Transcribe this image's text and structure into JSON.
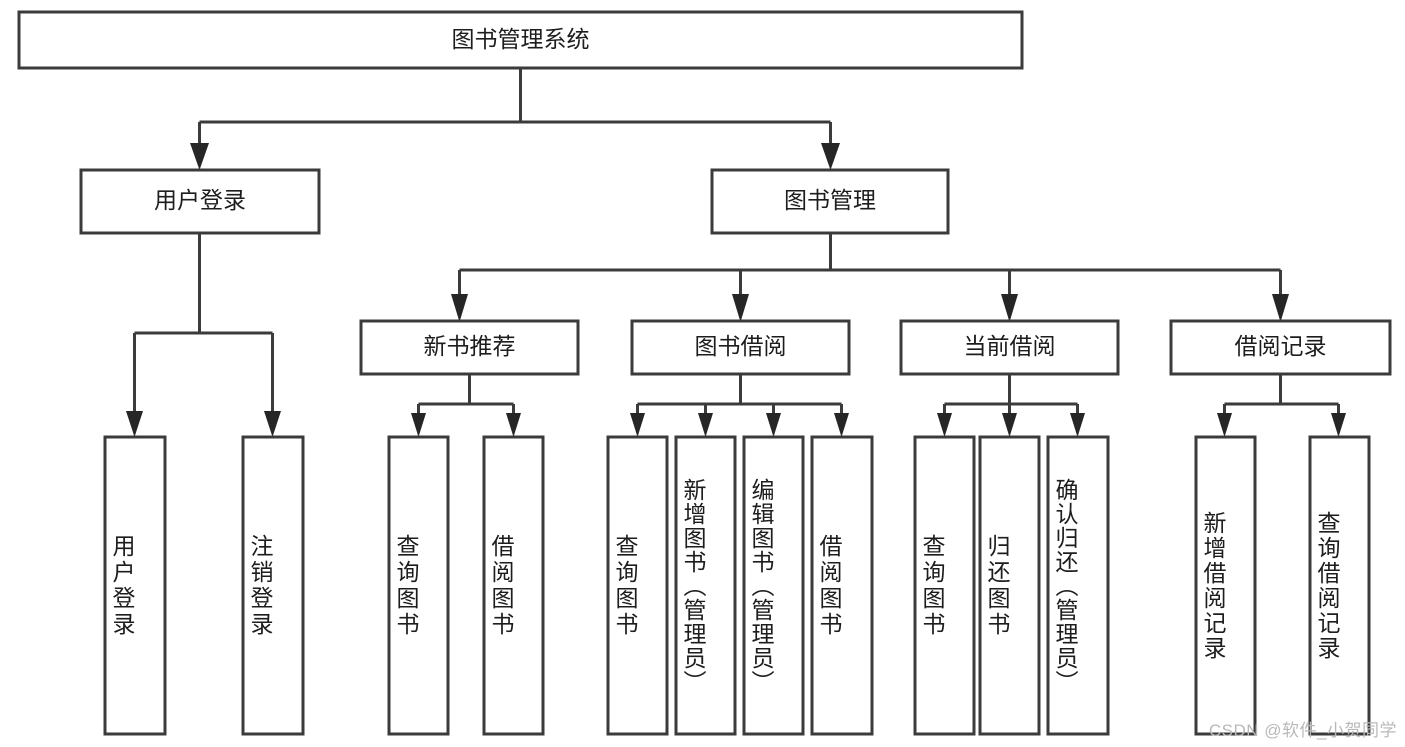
{
  "diagram": {
    "type": "hierarchy-tree",
    "title": "图书管理系统",
    "watermark": "CSDN @软件_小贺同学",
    "colors": {
      "box_stroke": "#3b3b3b",
      "box_fill": "#ffffff",
      "text": "#1d1d1d",
      "background": "#ffffff",
      "watermark": "#b9b9b9"
    },
    "root": {
      "label": "图书管理系统"
    },
    "level1": [
      {
        "label": "用户登录"
      },
      {
        "label": "图书管理"
      }
    ],
    "level2": [
      {
        "label": "新书推荐"
      },
      {
        "label": "图书借阅"
      },
      {
        "label": "当前借阅"
      },
      {
        "label": "借阅记录"
      }
    ],
    "leaves": {
      "user_login": [
        {
          "label": "用户登录"
        },
        {
          "label": "注销登录"
        }
      ],
      "new_book_recommend": [
        {
          "label": "查询图书"
        },
        {
          "label": "借阅图书"
        }
      ],
      "book_borrow": [
        {
          "label": "查询图书"
        },
        {
          "label": "新增图书（管理员）"
        },
        {
          "label": "编辑图书（管理员）"
        },
        {
          "label": "借阅图书"
        }
      ],
      "current_borrow": [
        {
          "label": "查询图书"
        },
        {
          "label": "归还图书"
        },
        {
          "label": "确认归还（管理员）"
        }
      ],
      "borrow_record": [
        {
          "label": "新增借阅记录"
        },
        {
          "label": "查询借阅记录"
        }
      ]
    }
  }
}
